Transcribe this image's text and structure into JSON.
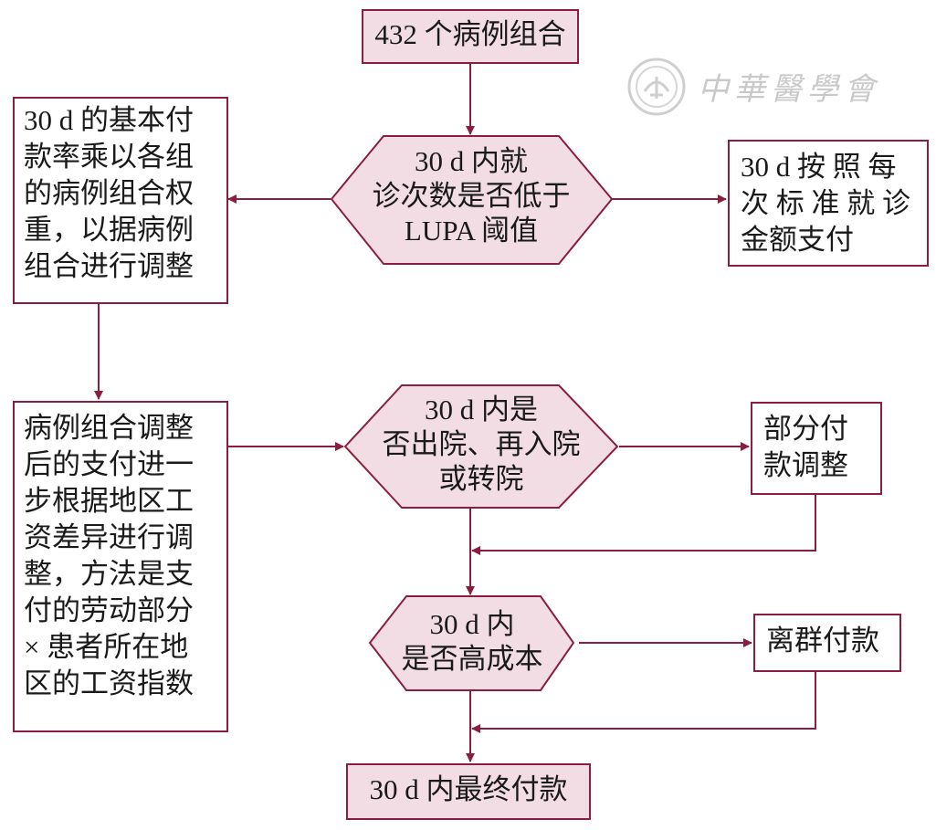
{
  "colors": {
    "stroke": "#8b1e3f",
    "fill": "#f1dde3",
    "watermark": "#c9c9c9"
  },
  "nodes": {
    "start": "432 个病例组合",
    "decision_lupa": "30 d 内就\n诊次数是否低于\nLUPA 阈值",
    "per_visit": "30 d 按 照 每\n次 标 准 就 诊\n金额支付",
    "base_rate": "30 d 的基本付\n款率乘以各组\n的病例组合权\n重，以据病例\n组合进行调整",
    "wage_adjust": "病例组合调整\n后的支付进一\n步根据地区工\n资差异进行调\n整，方法是支\n付的劳动部分\n× 患者所在地\n区的工资指数",
    "decision_discharge": "30 d 内是\n否出院、再入院\n或转院",
    "partial": "部分付\n款调整",
    "decision_cost": "30 d 内\n是否高成本",
    "outlier": "离群付款",
    "final": "30 d 内最终付款"
  },
  "watermark": {
    "text": "中華醫學會",
    "logo": "society-seal-logo"
  }
}
